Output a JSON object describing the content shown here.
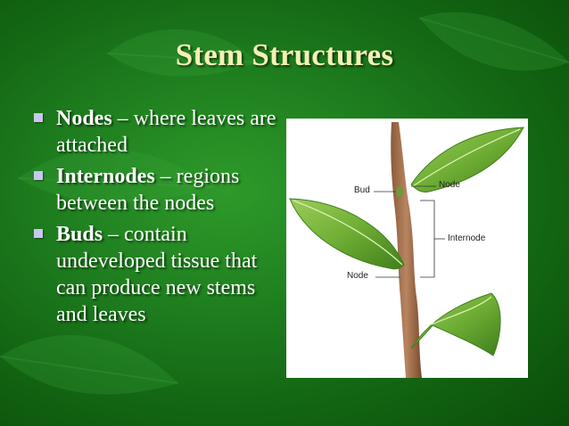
{
  "slide": {
    "title": "Stem Structures",
    "bullets": [
      {
        "term": "Nodes",
        "text": " – where leaves are attached"
      },
      {
        "term": "Internodes",
        "text": " – regions between the nodes"
      },
      {
        "term": "Buds",
        "text": " – contain undeveloped tissue that can produce new stems and leaves"
      }
    ]
  },
  "figure": {
    "labels": {
      "bud": "Bud",
      "node_top": "Node",
      "internode": "Internode",
      "node_bottom": "Node"
    }
  },
  "colors": {
    "title": "#f4f0b4",
    "text": "#ffffff",
    "bullet": "#c9c7ee",
    "background": "#1f7f1f"
  }
}
